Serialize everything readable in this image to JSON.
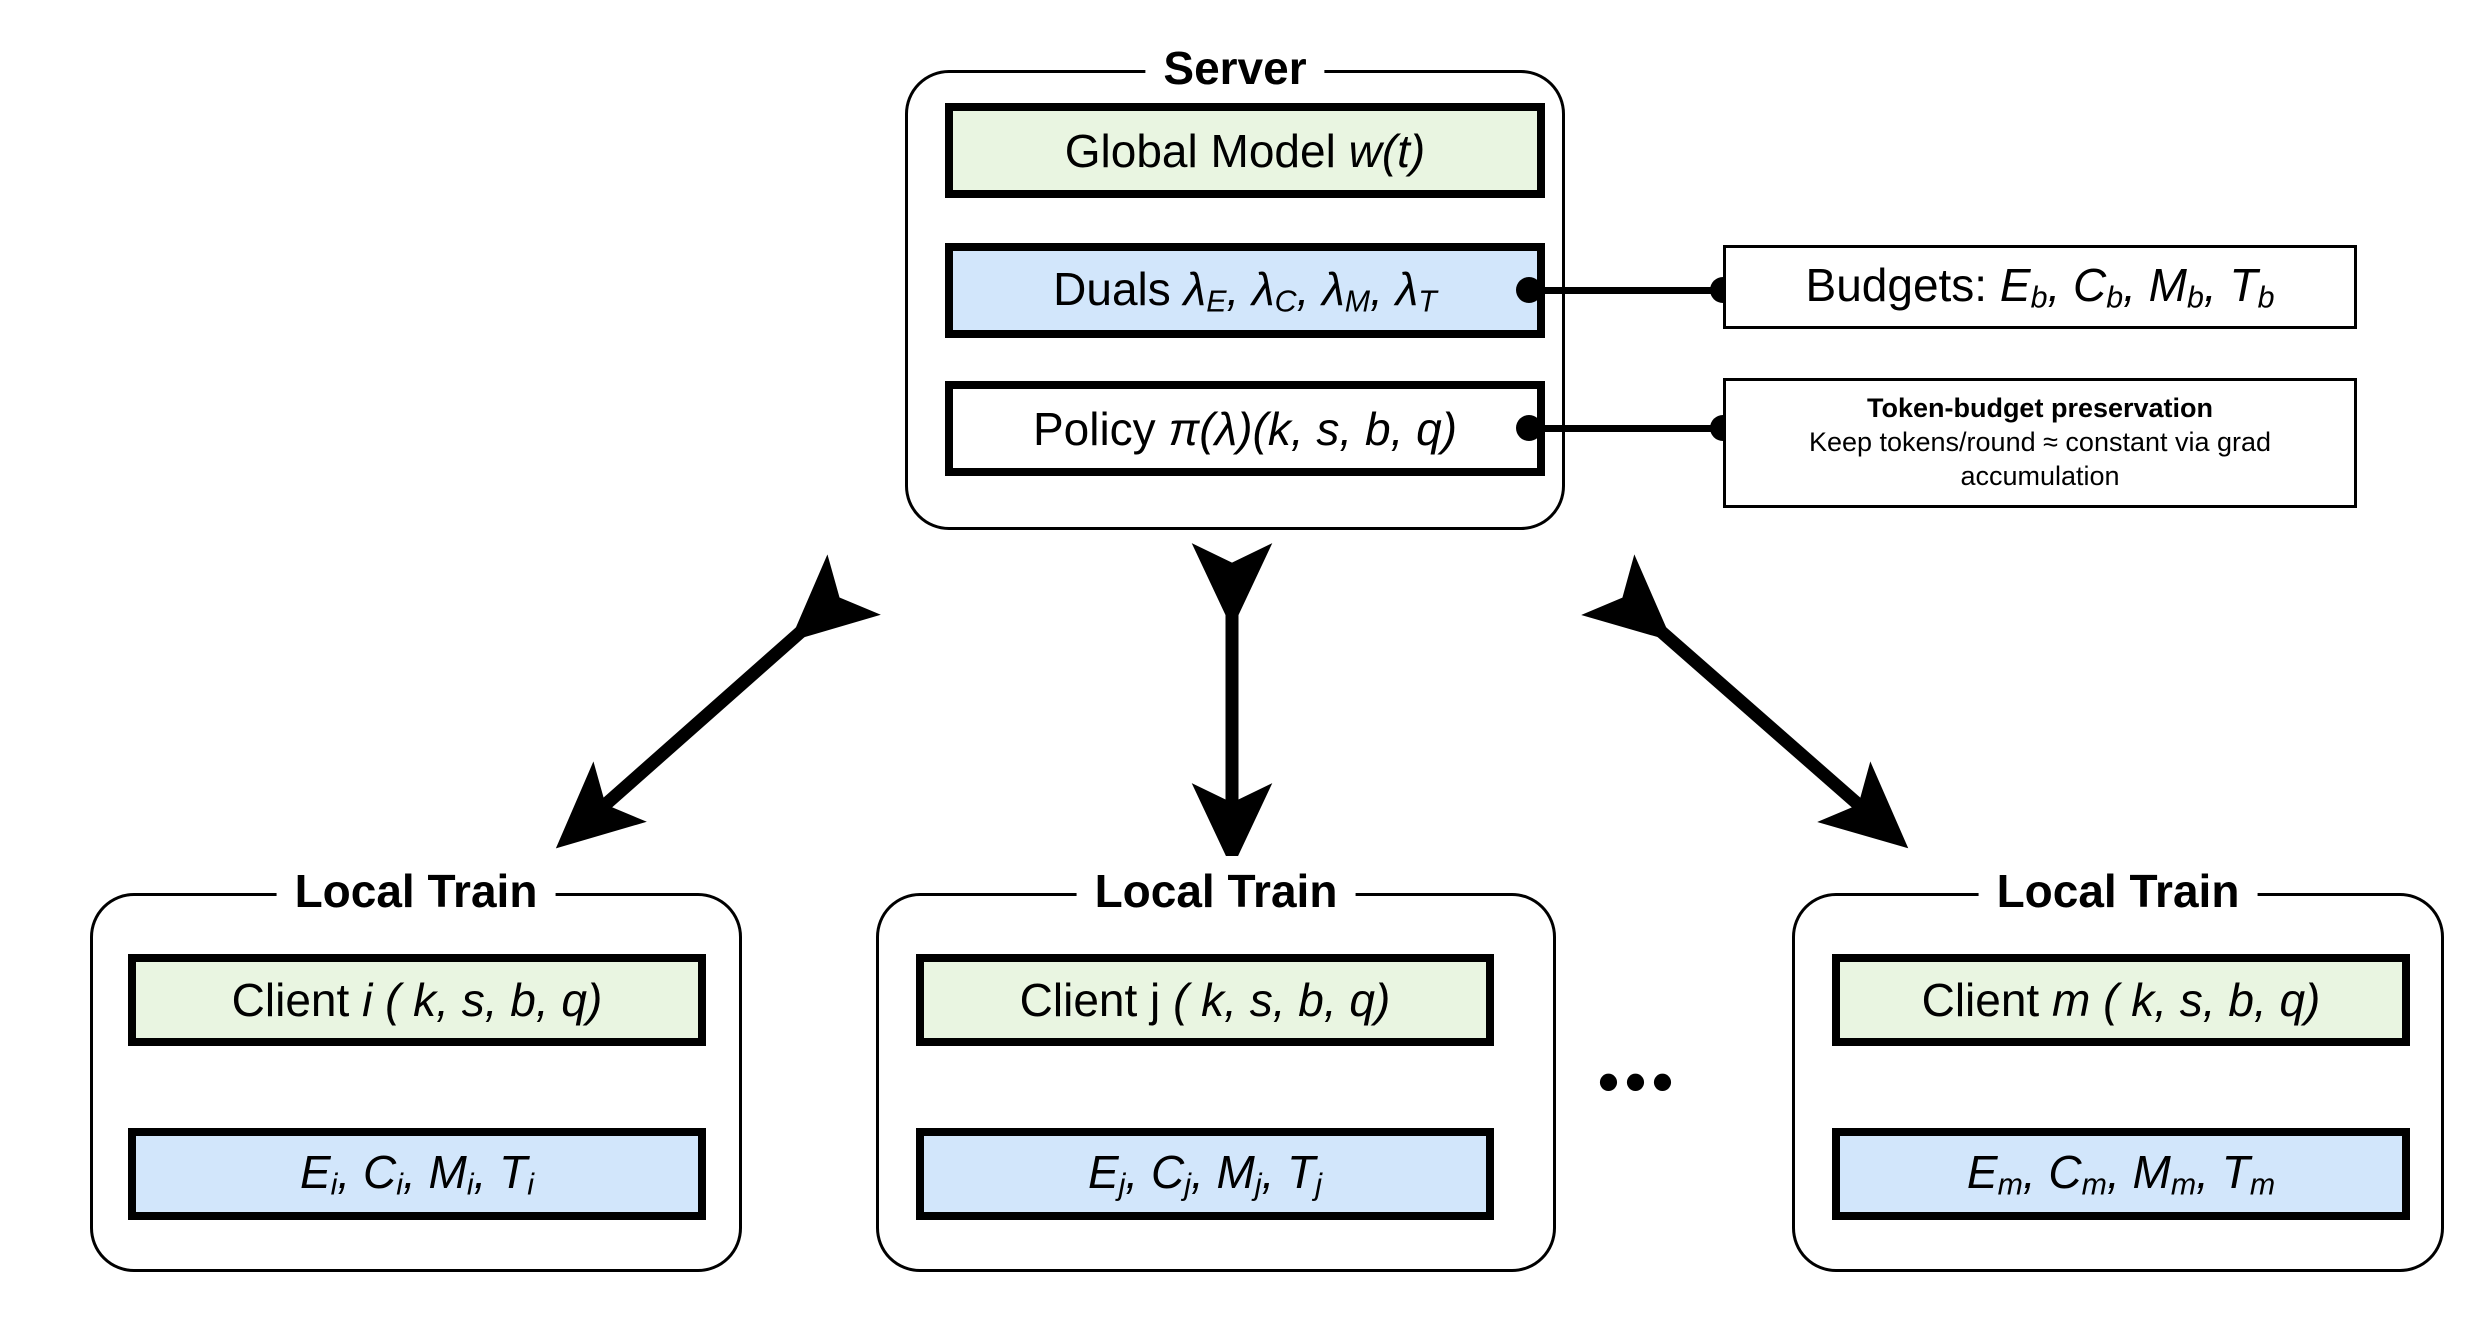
{
  "diagram": {
    "title_server": "Server",
    "server": {
      "rows": [
        {
          "name": "global-model",
          "text": "Global Model w(t)",
          "fill": "#e9f5e1"
        },
        {
          "name": "duals",
          "text": "Duals λE, λC, λM, λT",
          "fill": "#d2e6fb"
        },
        {
          "name": "policy",
          "text": "Policy π(λ)(k, s, b, q)",
          "fill": "#ffffff"
        }
      ]
    },
    "notes": [
      {
        "name": "budgets-note",
        "text": "Budgets: Eb, Cb, Mb, Tb"
      },
      {
        "name": "token-budget-note",
        "heading": "Token-budget preservation",
        "body": "Keep tokens/round ≈ constant via grad accumulation"
      }
    ],
    "clients": [
      {
        "title": "Local Train",
        "client_label": "Client i ( k, s, b, q)",
        "budget_label": "Ei, Ci, Mi, Ti",
        "index": "i"
      },
      {
        "title": "Local Train",
        "client_label": "Client j ( k, s, b, q)",
        "budget_label": "Ej, Cj, Mj, Tj",
        "index": "j"
      },
      {
        "title": "Local Train",
        "client_label": "Client m ( k, s, b, q)",
        "budget_label": "Em, Cm, Mm, Tm",
        "index": "m"
      }
    ],
    "ellipsis": "•••",
    "colors": {
      "green_fill": "#e9f5e1",
      "blue_fill": "#d2e6fb",
      "stroke": "#000000",
      "background": "#ffffff"
    },
    "arrows": [
      {
        "name": "server-client-i-arrow",
        "double_headed": true
      },
      {
        "name": "server-client-j-arrow",
        "double_headed": true
      },
      {
        "name": "server-client-m-arrow",
        "double_headed": true
      }
    ]
  }
}
